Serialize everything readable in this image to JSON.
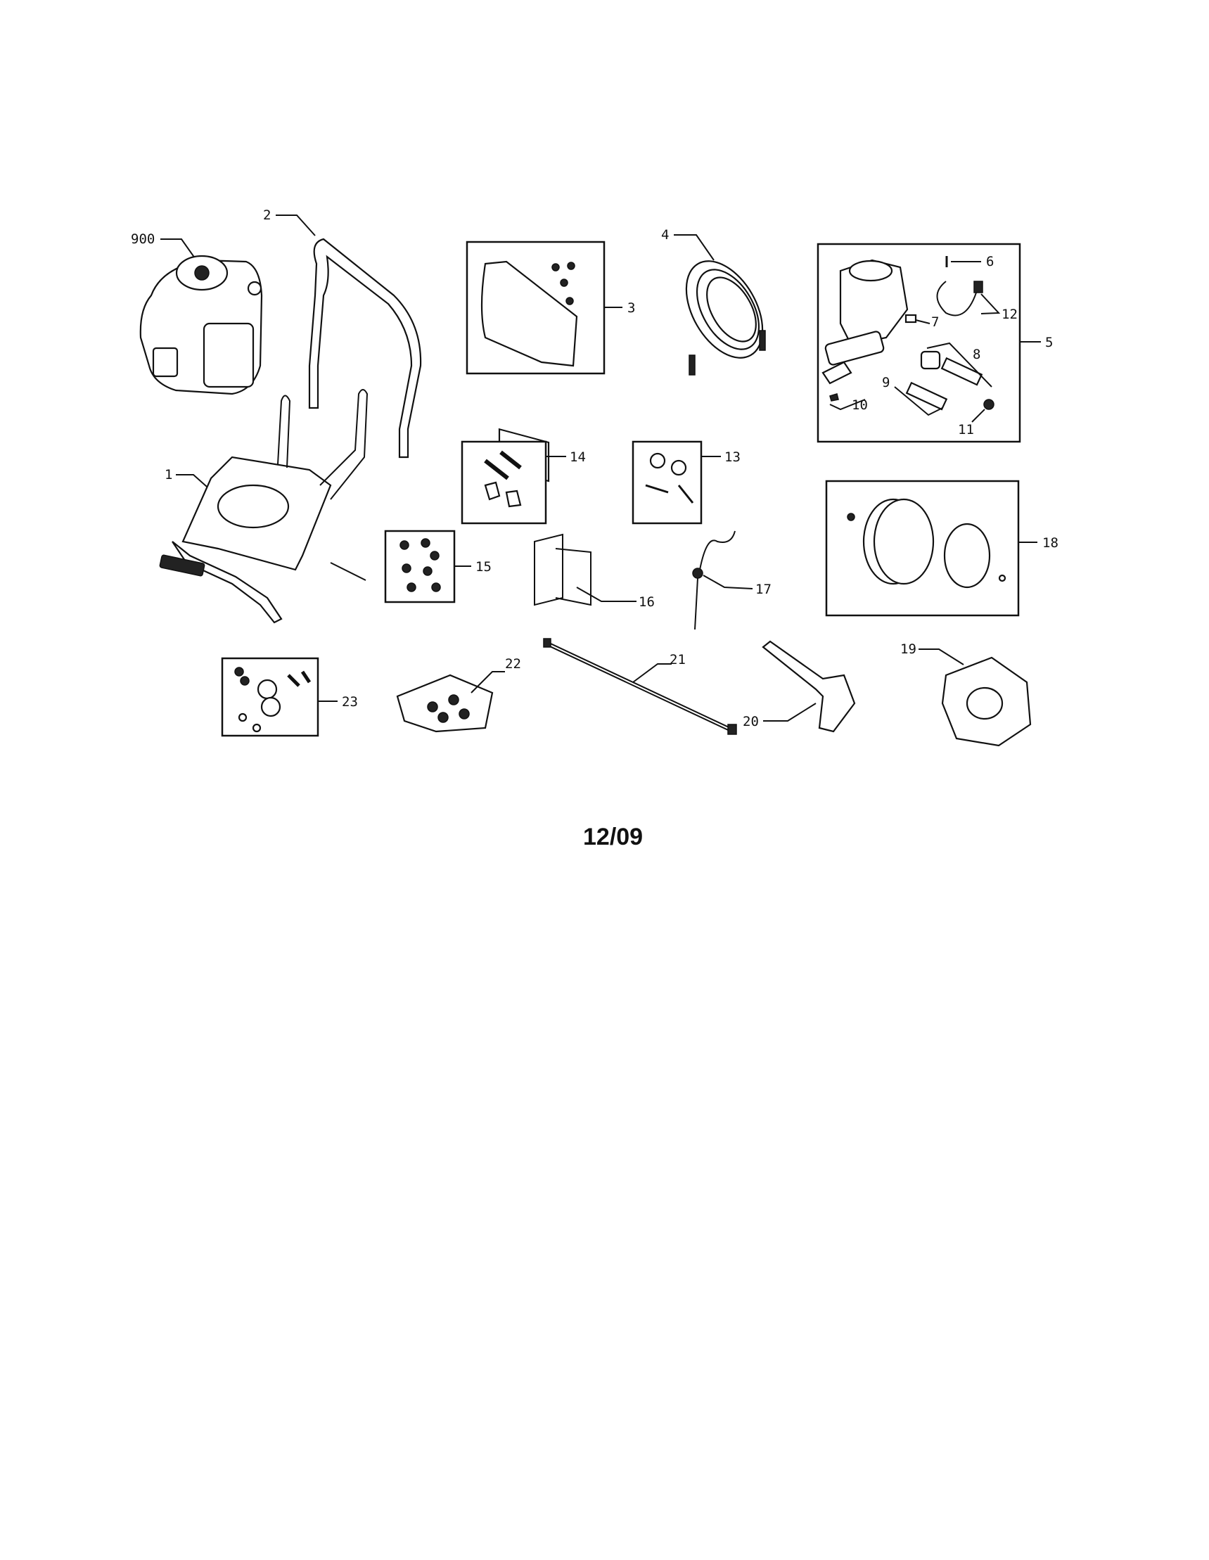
{
  "diagram": {
    "date_code": "12/09",
    "parts": {
      "p900": "900",
      "p1": "1",
      "p2": "2",
      "p3": "3",
      "p4": "4",
      "p5": "5",
      "p6": "6",
      "p7": "7",
      "p8": "8",
      "p9": "9",
      "p10": "10",
      "p11": "11",
      "p12": "12",
      "p13": "13",
      "p14": "14",
      "p15": "15",
      "p16": "16",
      "p17": "17",
      "p18": "18",
      "p19": "19",
      "p20": "20",
      "p21": "21",
      "p22": "22",
      "p23": "23"
    }
  }
}
